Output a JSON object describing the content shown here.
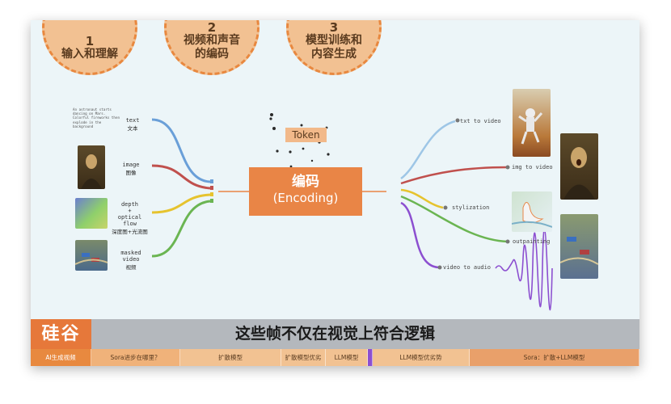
{
  "steps": [
    {
      "num": "1",
      "label": "输入和理解"
    },
    {
      "num": "2",
      "label": "视频和声音\n的编码"
    },
    {
      "num": "3",
      "label": "模型训练和\n内容生成"
    }
  ],
  "inputs": {
    "prompt_text": "An astronaut starts dancing on Mars. Colorful fireworks then explode in the background",
    "text": {
      "en": "text",
      "cn": "文本"
    },
    "image": {
      "en": "image",
      "cn": "图像"
    },
    "depth": {
      "en": "depth\n+\noptical\nflow",
      "cn": "深度图+光流图"
    },
    "masked": {
      "en": "masked\nvideo",
      "cn": "视频"
    }
  },
  "token_label": "Token",
  "encoder": {
    "title": "编码",
    "subtitle": "(Encoding)"
  },
  "outputs": {
    "txt_to_video": "txt to video",
    "img_to_video": "img to video",
    "stylization": "stylization",
    "outpainting": "outpainting",
    "video_to_audio": "video to audio"
  },
  "logo_text": "硅谷",
  "subtitle": "这些帧不仅在视觉上符合逻辑",
  "chapters": [
    {
      "label": "AI生成视频"
    },
    {
      "label": "Sora进步在哪里？"
    },
    {
      "label": "扩散模型"
    },
    {
      "label": "扩散模型优劣"
    },
    {
      "label": "LLM模型"
    },
    {
      "label": "LLM模型优劣势"
    },
    {
      "label": "Sora：扩散+LLM模型"
    }
  ],
  "colors": {
    "blue": "#6a9fd8",
    "red": "#c0504d",
    "yellow": "#e6c32e",
    "green": "#6bb552",
    "purple": "#8c4fd0",
    "orange": "#e98546"
  }
}
